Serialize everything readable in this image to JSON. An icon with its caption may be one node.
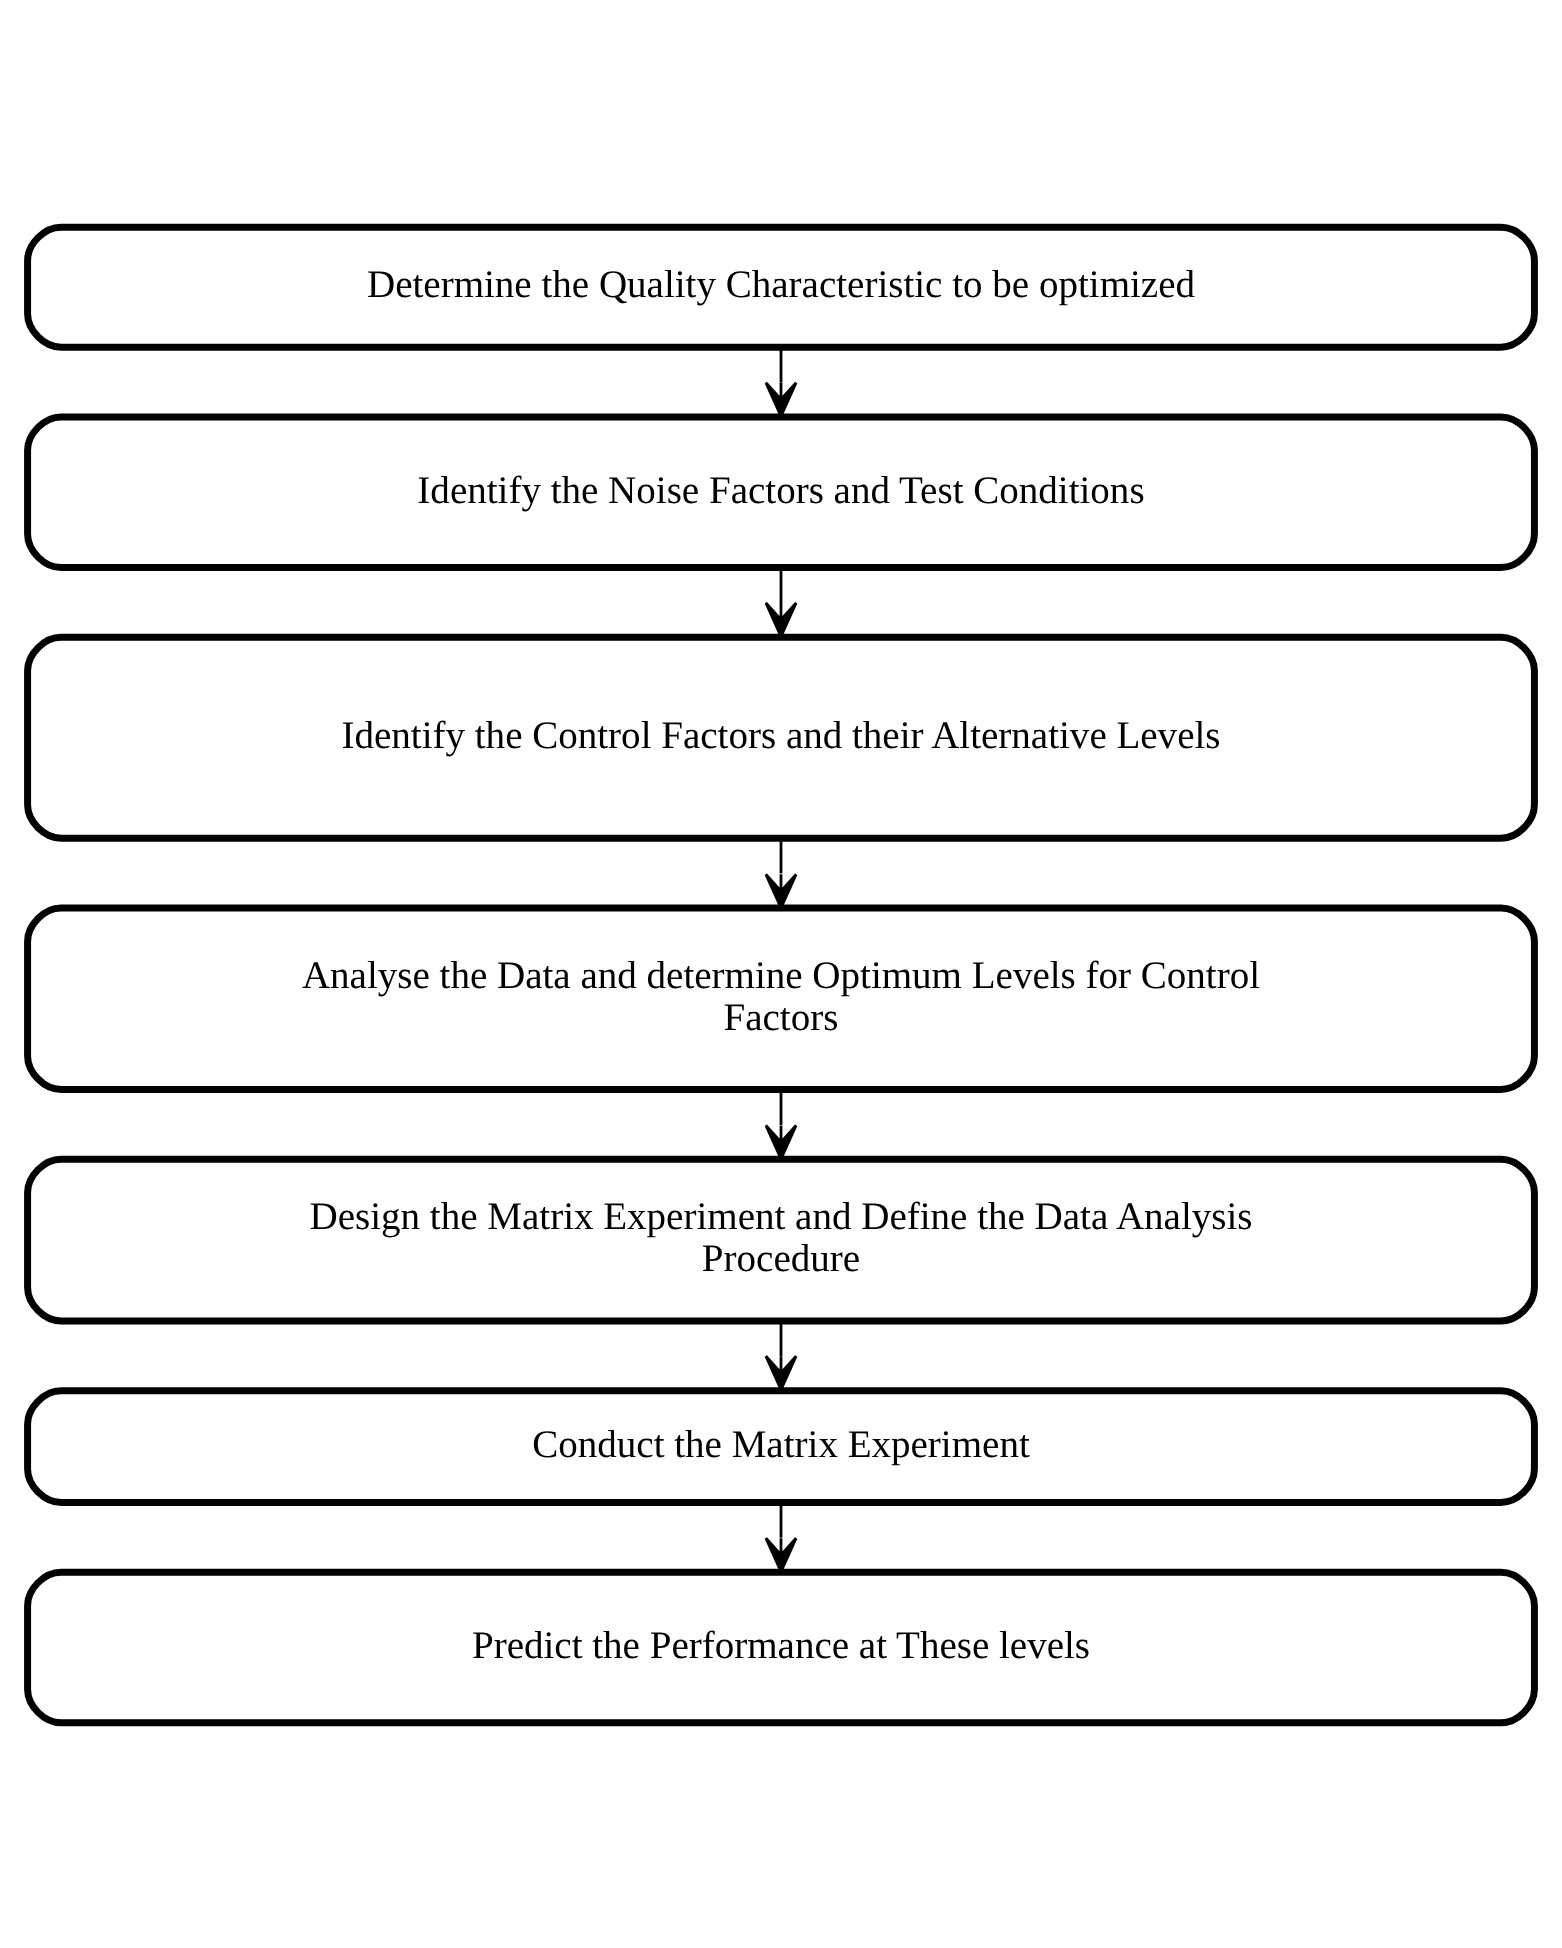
{
  "diagram": {
    "nodes": [
      {
        "text": [
          "Determine the Quality Characteristic to be optimized"
        ]
      },
      {
        "text": [
          "Identify the Noise Factors and Test Conditions"
        ]
      },
      {
        "text": [
          "Identify the Control Factors and their Alternative Levels"
        ]
      },
      {
        "text": [
          "Analyse the Data and determine Optimum Levels for Control Factors"
        ]
      },
      {
        "text": [
          "Design the Matrix Experiment and Define the Data Analysis Procedure"
        ]
      },
      {
        "text": [
          "Conduct the Matrix Experiment"
        ]
      },
      {
        "text": [
          "Predict the Performance at These levels"
        ]
      }
    ],
    "edges": [
      {
        "from": 0,
        "to": 1,
        "arrow": "to"
      },
      {
        "from": 1,
        "to": 2,
        "arrow": "to"
      },
      {
        "from": 2,
        "to": 3,
        "arrow": "to"
      },
      {
        "from": 3,
        "to": 4,
        "arrow": "to"
      },
      {
        "from": 4,
        "to": 5,
        "arrow": "to"
      },
      {
        "from": 5,
        "to": 6,
        "arrow": "to"
      }
    ]
  }
}
